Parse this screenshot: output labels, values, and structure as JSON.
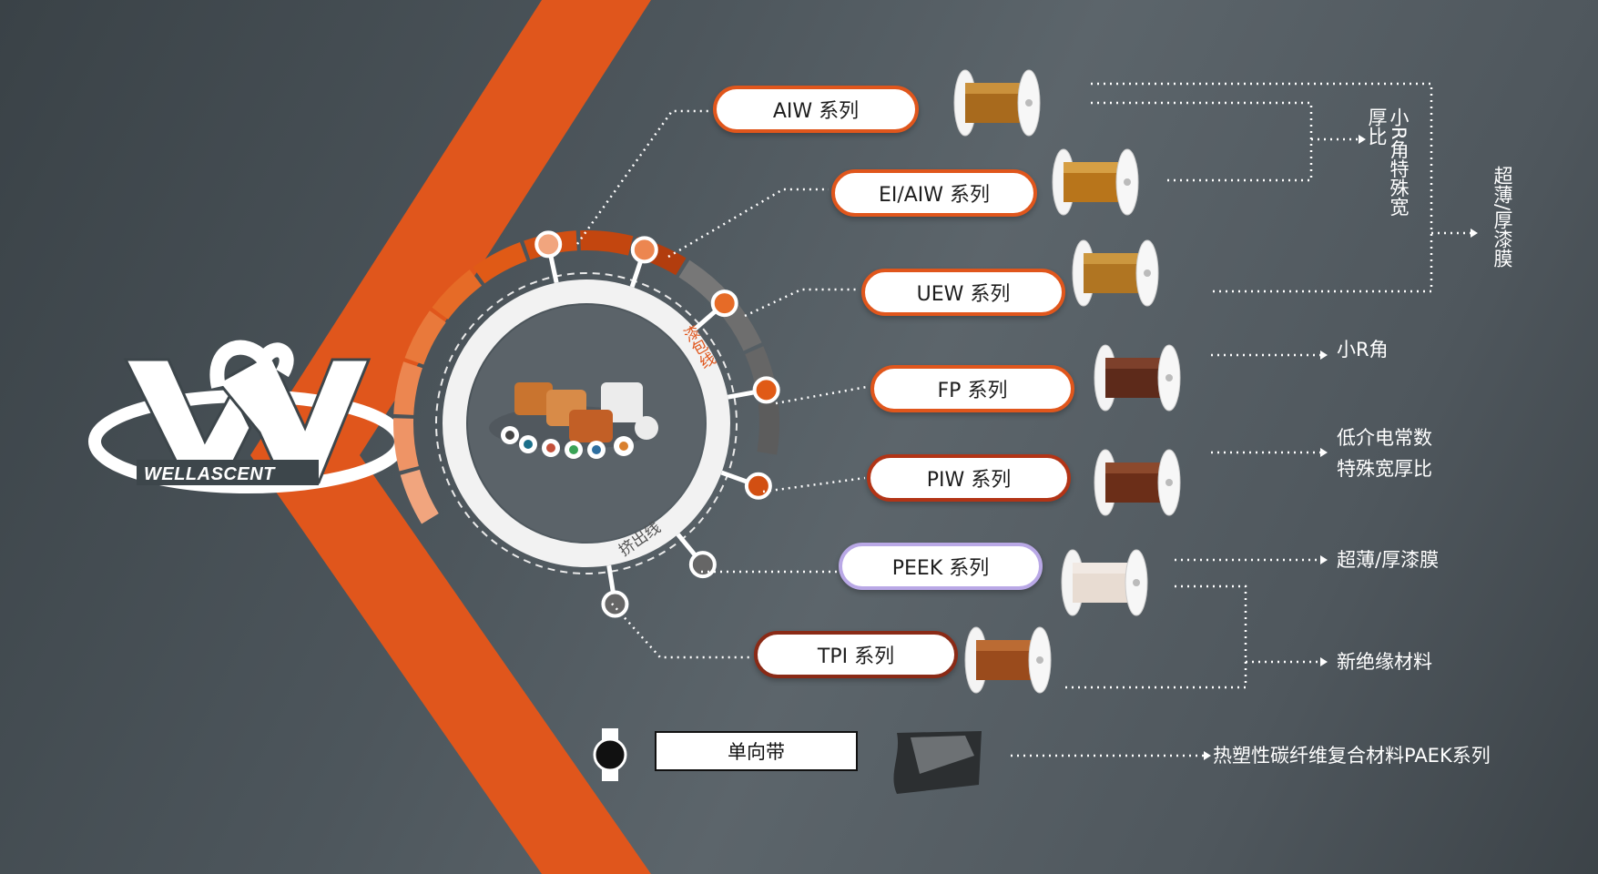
{
  "brand": {
    "name": "WELLASCENT"
  },
  "colors": {
    "orange": "#e0561c",
    "dark_red": "#8a2a16",
    "purple": "#b9a8e6",
    "background": "#4d565c"
  },
  "ring": {
    "outer_label": "漆包线",
    "inner_label": "挤出线"
  },
  "series": [
    {
      "label": "AIW 系列",
      "icon": "copper-coil-spool-icon"
    },
    {
      "label": "EI/AIW 系列",
      "icon": "copper-coil-spool-icon"
    },
    {
      "label": "UEW 系列",
      "icon": "copper-coil-spool-icon"
    },
    {
      "label": "FP 系列",
      "icon": "dark-copper-coil-icon"
    },
    {
      "label": "PIW 系列",
      "icon": "dark-copper-coil-icon"
    },
    {
      "label": "PEEK 系列",
      "icon": "white-coil-spool-icon"
    },
    {
      "label": "TPI 系列",
      "icon": "copper-coil-spool-icon"
    }
  ],
  "tape": {
    "label": "单向带",
    "icon": "carbon-fiber-sheet-icon"
  },
  "features": {
    "small_r_wide_ratio": "小R角特殊宽厚比",
    "ultra_thin_thick": "超薄/厚漆膜",
    "fp_small_r": "小R角",
    "piw_line1": "低介电常数",
    "piw_line2": "特殊宽厚比",
    "peek_thin": "超薄/厚漆膜",
    "new_insulation": "新绝缘材料",
    "paek": "热塑性碳纤维复合材料PAEK系列"
  }
}
